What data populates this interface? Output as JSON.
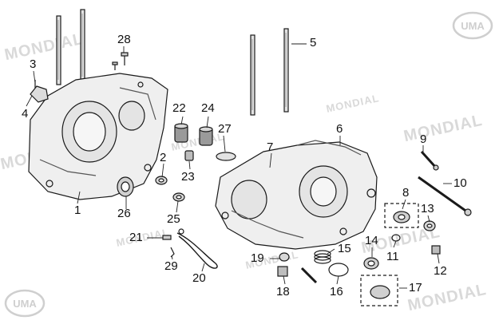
{
  "diagram": {
    "watermark_text": "MONDIAL",
    "logo_text": "UMA",
    "colors": {
      "ink": "#1a1a1a",
      "part_fill": "#efefef",
      "watermark": "#d9d9d9",
      "label": "#111111"
    },
    "callouts": [
      "1",
      "2",
      "3",
      "4",
      "5",
      "6",
      "7",
      "8",
      "9",
      "10",
      "11",
      "12",
      "13",
      "14",
      "15",
      "16",
      "17",
      "18",
      "19",
      "20",
      "21",
      "22",
      "23",
      "24",
      "25",
      "26",
      "27",
      "28",
      "29"
    ]
  }
}
